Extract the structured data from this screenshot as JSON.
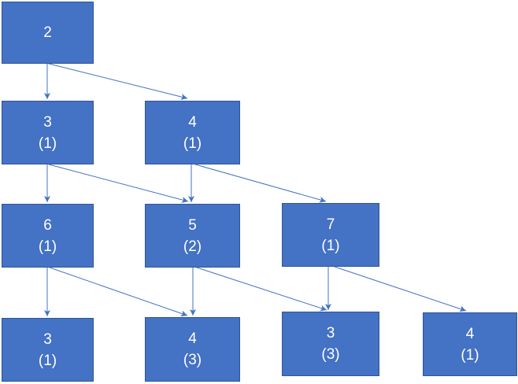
{
  "diagram": {
    "type": "tree",
    "background_color": "#ffffff",
    "node_fill_color": "#4472c4",
    "node_border_color": "#2f5597",
    "edge_color": "#4472c4",
    "text_color": "#ffffff"
  },
  "nodes": [
    {
      "id": "n0",
      "value": "2",
      "count": "",
      "level": 0
    },
    {
      "id": "n1",
      "value": "3",
      "count": "(1)",
      "level": 1
    },
    {
      "id": "n2",
      "value": "4",
      "count": "(1)",
      "level": 1
    },
    {
      "id": "n3",
      "value": "6",
      "count": "(1)",
      "level": 2
    },
    {
      "id": "n4",
      "value": "5",
      "count": "(2)",
      "level": 2
    },
    {
      "id": "n5",
      "value": "7",
      "count": "(1)",
      "level": 2
    },
    {
      "id": "n6",
      "value": "3",
      "count": "(1)",
      "level": 3
    },
    {
      "id": "n7",
      "value": "4",
      "count": "(3)",
      "level": 3
    },
    {
      "id": "n8",
      "value": "3",
      "count": "(3)",
      "level": 3
    },
    {
      "id": "n9",
      "value": "4",
      "count": "(1)",
      "level": 3
    }
  ],
  "edges": [
    {
      "from": "n0",
      "to": "n1"
    },
    {
      "from": "n0",
      "to": "n2"
    },
    {
      "from": "n1",
      "to": "n3"
    },
    {
      "from": "n1",
      "to": "n4"
    },
    {
      "from": "n2",
      "to": "n4"
    },
    {
      "from": "n2",
      "to": "n5"
    },
    {
      "from": "n3",
      "to": "n6"
    },
    {
      "from": "n3",
      "to": "n7"
    },
    {
      "from": "n4",
      "to": "n7"
    },
    {
      "from": "n4",
      "to": "n8"
    },
    {
      "from": "n5",
      "to": "n8"
    },
    {
      "from": "n5",
      "to": "n9"
    }
  ]
}
